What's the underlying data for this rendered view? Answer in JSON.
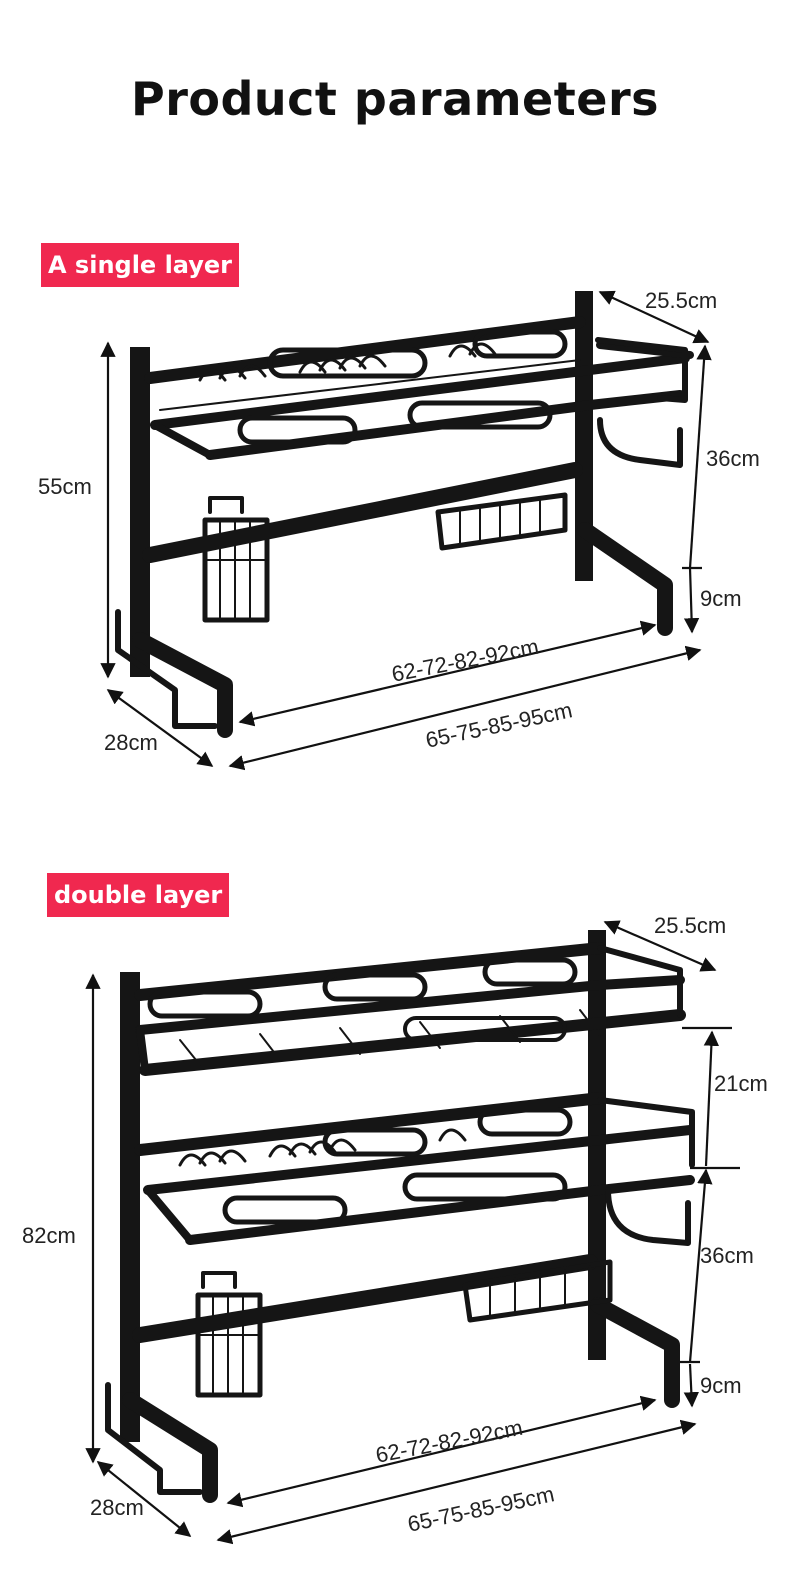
{
  "page_title": "Product parameters",
  "single": {
    "label": "A single layer",
    "depth_top": "25.5cm",
    "height_total": "55cm",
    "height_shelf": "36cm",
    "height_base": "9cm",
    "width_inner": "62-72-82-92cm",
    "width_outer": "65-75-85-95cm",
    "depth_bottom": "28cm"
  },
  "double": {
    "label": "double layer",
    "depth_top": "25.5cm",
    "height_total": "82cm",
    "height_top": "21cm",
    "height_shelf": "36cm",
    "height_base": "9cm",
    "width_inner": "62-72-82-92cm",
    "width_outer": "65-75-85-95cm",
    "depth_bottom": "28cm"
  },
  "colors": {
    "tag_bg": "#f0284f",
    "rack": "#151515",
    "dim_line": "#111111"
  }
}
